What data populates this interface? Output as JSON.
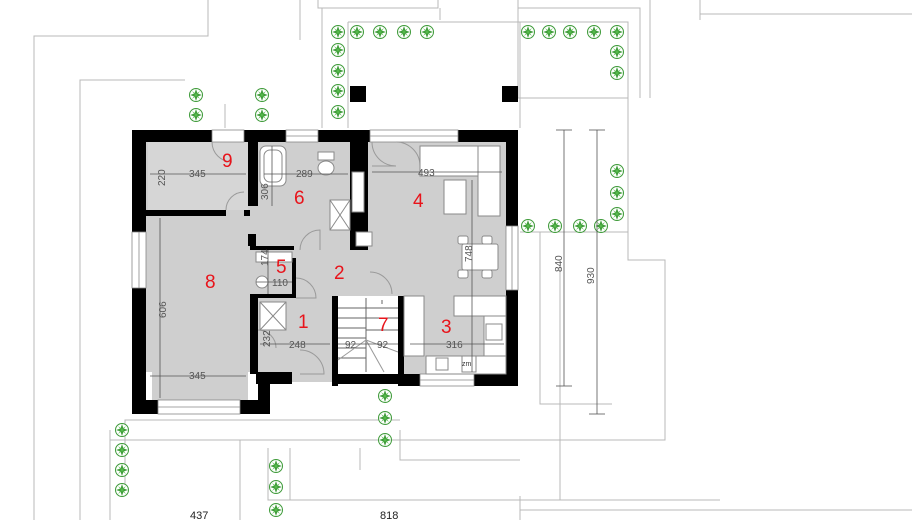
{
  "rooms": [
    {
      "number": "1"
    },
    {
      "number": "2"
    },
    {
      "number": "3"
    },
    {
      "number": "4"
    },
    {
      "number": "5"
    },
    {
      "number": "6"
    },
    {
      "number": "7"
    },
    {
      "number": "8"
    },
    {
      "number": "9"
    }
  ],
  "dimensions": {
    "room9_width": "345",
    "room9_depth": "220",
    "room6_width": "289",
    "room6_depth": "306",
    "room4_width": "493",
    "room4_depth": "748",
    "room5_depth": "174",
    "room5_width": "110",
    "room1_depth": "232",
    "room1_width": "248",
    "room8_depth": "606",
    "room8_width": "345",
    "stair_left": "92",
    "stair_right": "92",
    "room3_width": "316",
    "total_depth_inner": "840",
    "total_depth_outer": "930",
    "bottom_left": "437",
    "bottom_right": "818"
  },
  "labels": {
    "fridge": "zm"
  },
  "colors": {
    "wall": "#000000",
    "floor": "#cfcfcf",
    "room_number": "#e8141b",
    "plant": "#3f9b3a"
  }
}
